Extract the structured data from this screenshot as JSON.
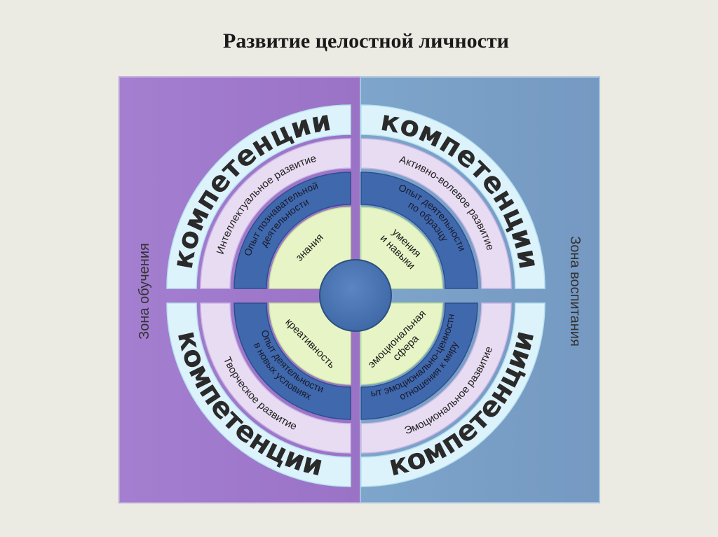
{
  "title": "Развитие целостной личности",
  "zones": {
    "left": "Зона обучения",
    "right": "Зона воспитания"
  },
  "quadrants": {
    "top_left": {
      "competence": "компетенции",
      "development": "Интеллектуальное развитие",
      "experience": "Опыт познавательной деятельности",
      "core": "знания"
    },
    "top_right": {
      "competence": "компетенции",
      "development": "Активно-волевое развитие",
      "experience": "Опыт деятельности по образцу",
      "core": "умения и навыки"
    },
    "bottom_left": {
      "competence": "компетенции",
      "development": "Творческое развитие",
      "experience": "Опыт деятельности в новых условиях",
      "core": "креативность"
    },
    "bottom_right": {
      "competence": "компетенции",
      "development": "Эмоциональное развитие",
      "experience": "Опыт эмоционально-ценностного отношения к миру",
      "core": "эмоциональная сфера"
    }
  },
  "colors": {
    "left_panel": "#a07ccc",
    "right_panel": "#7da3c8",
    "competence_ring": "#ddf3fb",
    "development_ring": "#e8dcf2",
    "experience_ring": "#3f68ad",
    "core_ring": "#e7f5c6",
    "center": "#4f7ab8"
  }
}
